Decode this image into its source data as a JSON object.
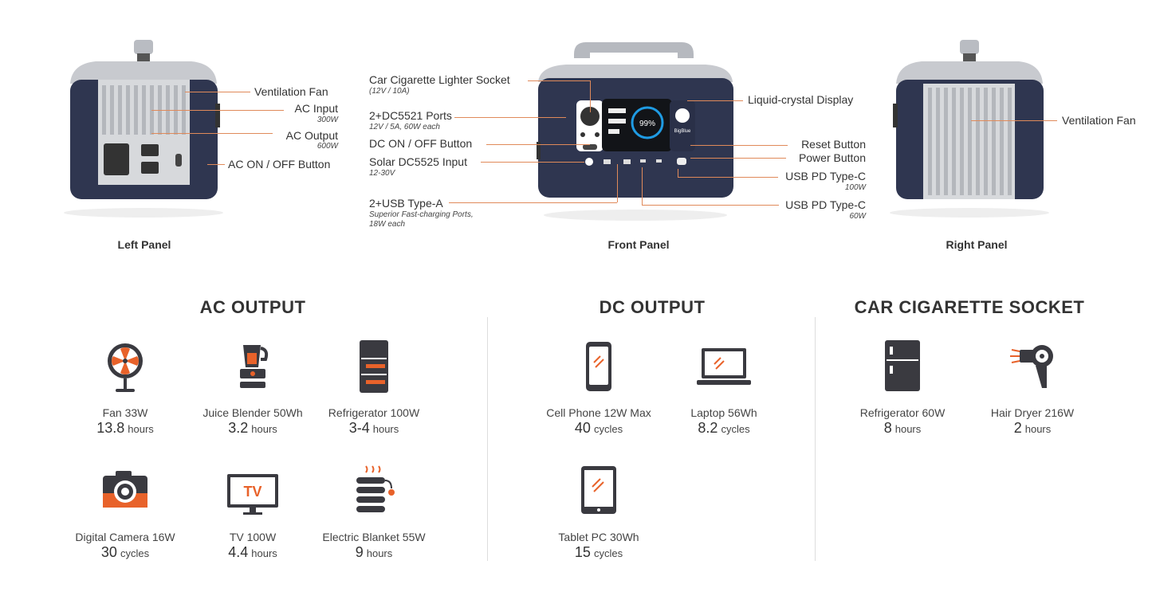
{
  "panels": {
    "left": {
      "caption": "Left Panel",
      "labels": {
        "ventilation_fan": "Ventilation Fan",
        "ac_input": "AC Input",
        "ac_input_sub": "300W",
        "ac_output": "AC Output",
        "ac_output_sub": "600W",
        "ac_button": "AC ON / OFF Button"
      }
    },
    "front": {
      "caption": "Front Panel",
      "labels": {
        "car_socket": "Car Cigarette Lighter Socket",
        "car_socket_sub": "(12V / 10A)",
        "dc5521": "2+DC5521 Ports",
        "dc5521_sub": "12V / 5A, 60W each",
        "dc_button": "DC ON / OFF Button",
        "solar": "Solar DC5525 Input",
        "solar_sub": "12-30V",
        "usb_a": "2+USB Type-A",
        "usb_a_sub1": "Superior Fast-charging Ports,",
        "usb_a_sub2": "18W each",
        "lcd": "Liquid-crystal Display",
        "reset": "Reset Button",
        "power": "Power Button",
        "usbc1": "USB PD Type-C",
        "usbc1_sub": "100W",
        "usbc2": "USB PD Type-C",
        "usbc2_sub": "60W"
      },
      "display_percent": "99%",
      "brand": "BigBlue"
    },
    "right": {
      "caption": "Right Panel",
      "labels": {
        "ventilation_fan": "Ventilation Fan"
      }
    }
  },
  "sections": {
    "ac": {
      "title": "AC OUTPUT",
      "items": [
        {
          "icon": "fan-icon",
          "name": "Fan 33W",
          "value": "13.8",
          "unit": "hours"
        },
        {
          "icon": "blender-icon",
          "name": "Juice Blender 50Wh",
          "value": "3.2",
          "unit": "hours"
        },
        {
          "icon": "refrigerator-icon",
          "name": "Refrigerator 100W",
          "value": "3-4",
          "unit": "hours"
        },
        {
          "icon": "camera-icon",
          "name": "Digital Camera 16W",
          "value": "30",
          "unit": "cycles"
        },
        {
          "icon": "tv-icon",
          "name": "TV 100W",
          "value": "4.4",
          "unit": "hours",
          "tv_text": "TV"
        },
        {
          "icon": "electric-blanket-icon",
          "name": "Electric Blanket 55W",
          "value": "9",
          "unit": "hours"
        }
      ]
    },
    "dc": {
      "title": "DC OUTPUT",
      "items": [
        {
          "icon": "cell-phone-icon",
          "name": "Cell Phone 12W Max",
          "value": "40",
          "unit": "cycles"
        },
        {
          "icon": "laptop-icon",
          "name": "Laptop 56Wh",
          "value": "8.2",
          "unit": "cycles"
        },
        {
          "icon": "tablet-icon",
          "name": "Tablet PC 30Wh",
          "value": "15",
          "unit": "cycles"
        }
      ]
    },
    "car": {
      "title": "CAR CIGARETTE SOCKET",
      "items": [
        {
          "icon": "refrigerator-icon",
          "name": "Refrigerator 60W",
          "value": "8",
          "unit": "hours"
        },
        {
          "icon": "hair-dryer-icon",
          "name": "Hair Dryer 216W",
          "value": "2",
          "unit": "hours"
        }
      ]
    }
  },
  "colors": {
    "accent": "#e8622a",
    "dark": "#3a3a40",
    "navy": "#2e3550",
    "silver": "#c9cbd0"
  }
}
